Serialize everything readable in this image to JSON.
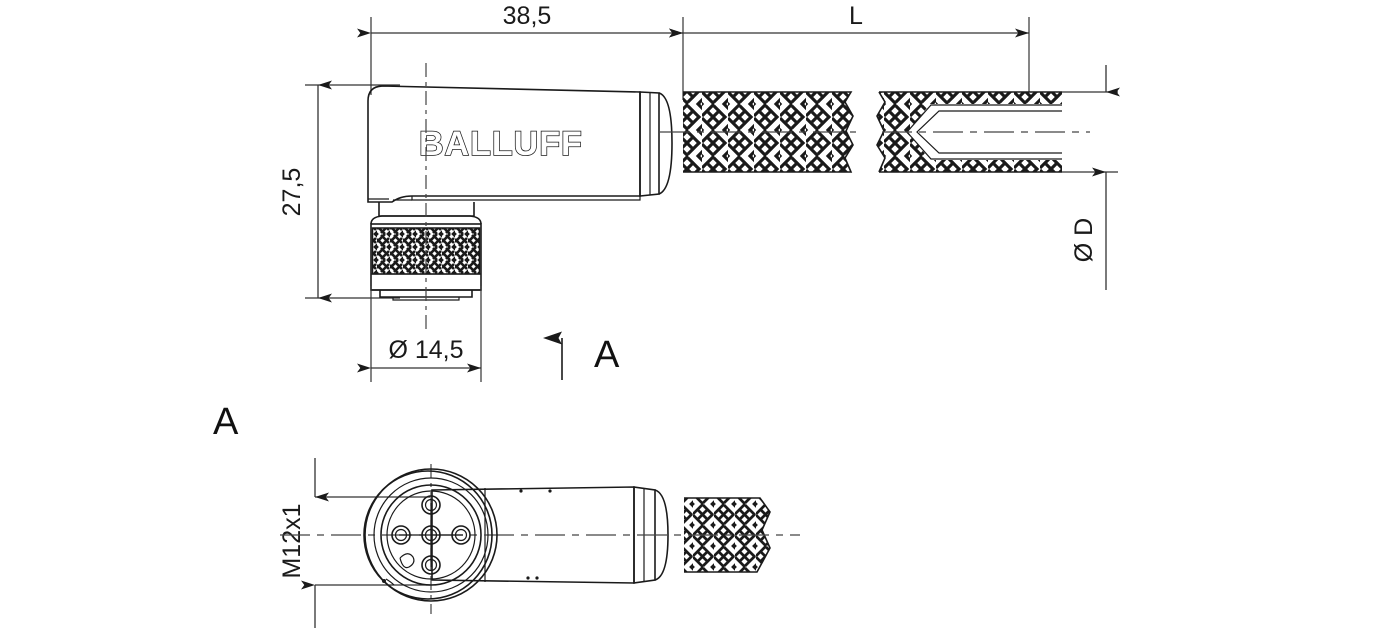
{
  "drawing": {
    "title": "Balluff M12x1 angled connector with cable - dimensioned drawing",
    "manufacturer_logo": "BALLUFF",
    "line_color": "#1a1a1a",
    "background": "#ffffff"
  },
  "dimensions": {
    "connector_length": "38,5",
    "cable_length": "L",
    "connector_height": "27,5",
    "nut_diameter": "Ø 14,5",
    "cable_diameter": "Ø D",
    "thread": "M12x1"
  },
  "view_labels": {
    "arrow_view": "A",
    "section_view": "A"
  },
  "parts": {
    "housing": "angled-connector-housing",
    "knurled_nut": "knurled-coupling-nut",
    "cable": "braided-shield-cable",
    "face": "m12-connector-face",
    "pins": "5-pin-contact-array"
  }
}
